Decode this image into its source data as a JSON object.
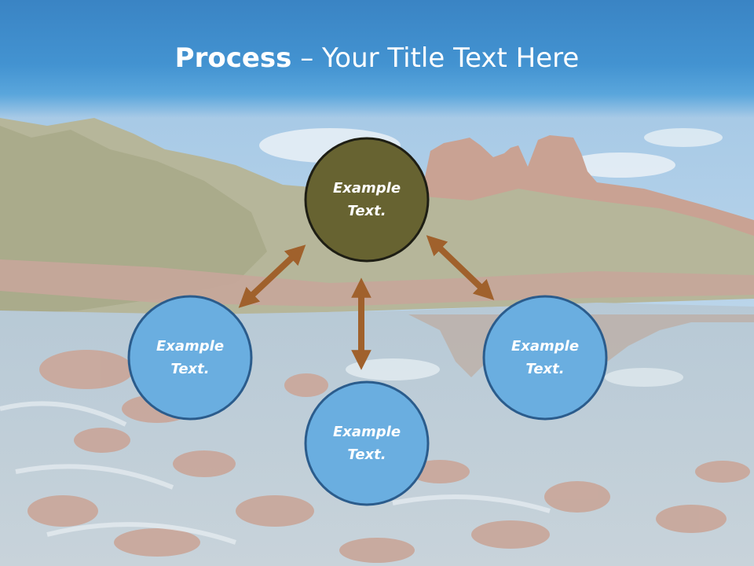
{
  "title": {
    "bold": "Process",
    "separator": " – ",
    "rest": "Your Title Text Here"
  },
  "colors": {
    "center_fill": "#676331",
    "center_stroke": "#1e1e14",
    "node_fill": "#6aaee0",
    "node_stroke": "#2b5c8c",
    "arrow": "#a0612c",
    "title_text": "#ffffff"
  },
  "nodes": [
    {
      "id": "top",
      "line1": "Example",
      "line2": "Text."
    },
    {
      "id": "left",
      "line1": "Example",
      "line2": "Text."
    },
    {
      "id": "right",
      "line1": "Example",
      "line2": "Text."
    },
    {
      "id": "bottom",
      "line1": "Example",
      "line2": "Text."
    }
  ],
  "background": {
    "description_icon": "landscape-photo"
  }
}
